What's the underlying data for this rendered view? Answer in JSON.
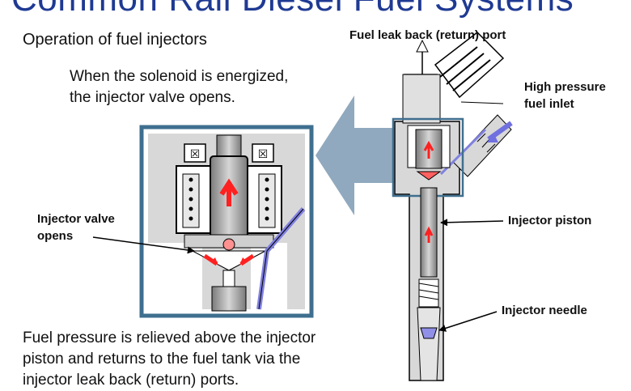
{
  "title": "Common Rail Diesel Fuel Systems",
  "subtitle": "Operation of fuel injectors",
  "intro": {
    "line1": "When the solenoid is energized,",
    "line2": "the injector valve opens."
  },
  "labels": {
    "leak_back": "Fuel leak back (return) port",
    "high_pressure_line1": "High pressure",
    "high_pressure_line2": "fuel inlet",
    "valve_opens_line1": "Injector valve",
    "valve_opens_line2": "opens",
    "piston": "Injector piston",
    "needle": "Injector needle"
  },
  "body_text": {
    "line1": "Fuel pressure is relieved above the injector",
    "line2": "piston and returns to the fuel tank via the",
    "line3": "injector leak back (return) ports."
  },
  "colors": {
    "title": "#1f3a93",
    "frame": "#3f6f8f",
    "flow": "#ff2020",
    "housing": "#d8d8d8",
    "fuel_line": "#8080e0"
  }
}
